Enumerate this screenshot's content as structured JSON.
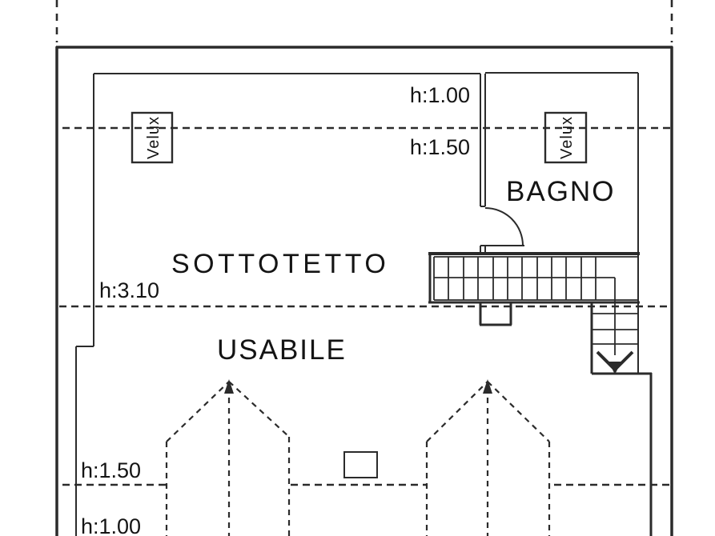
{
  "plan": {
    "type": "attic-floor-plan",
    "colors": {
      "line": "#2b2b2b",
      "background": "#ffffff",
      "text": "#141414"
    },
    "labels": {
      "h_top_wall": "h:1.00",
      "h_top_contour": "h:1.50",
      "bathroom": "BAGNO",
      "attic_word1": "SOTTOTETTO",
      "attic_word2": "USABILE",
      "h_ridge": "h:3.10",
      "h_bottom_contour": "h:1.50",
      "h_bottom_wall": "h:1.00",
      "skylight_left": "Velux",
      "skylight_right": "Velux"
    },
    "height_annotations": [
      "h:1.00",
      "h:1.50",
      "h:3.10",
      "h:1.50",
      "h:1.00"
    ],
    "rooms": [
      "BAGNO",
      "SOTTOTETTO USABILE"
    ],
    "skylights": [
      "Velux",
      "Velux"
    ]
  }
}
